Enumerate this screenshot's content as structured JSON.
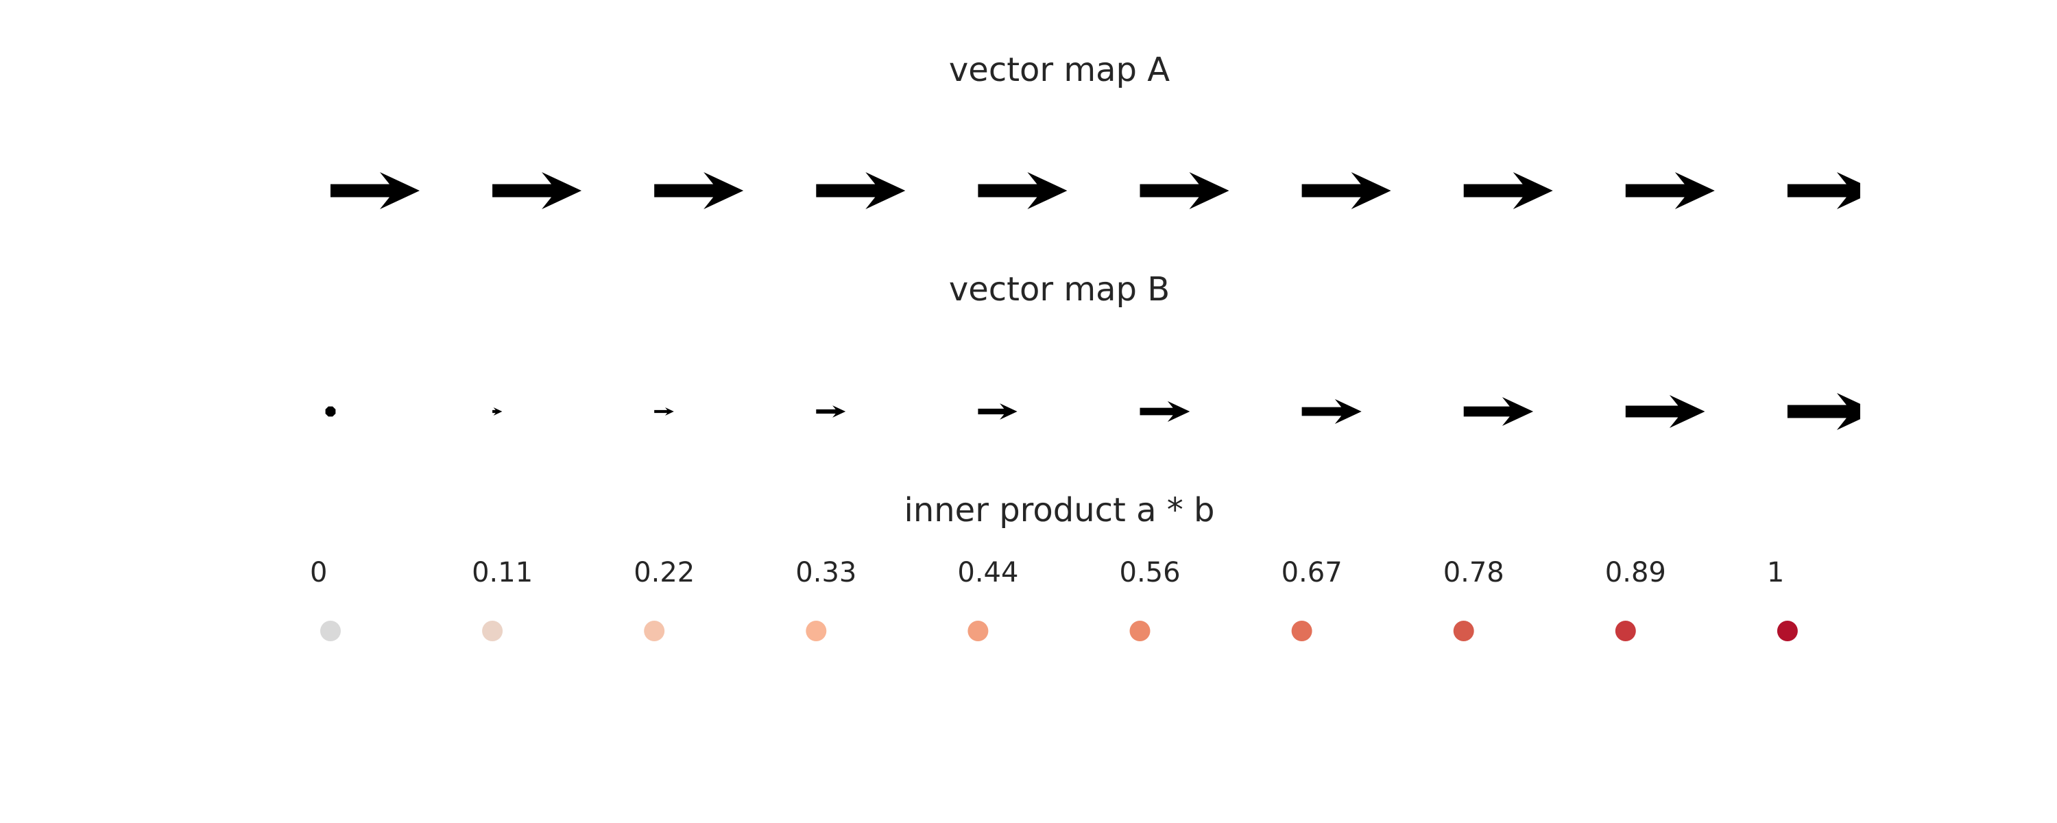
{
  "panels": {
    "map_a": {
      "title": "vector map A",
      "magnitudes": [
        1,
        1,
        1,
        1,
        1,
        1,
        1,
        1,
        1,
        1
      ],
      "direction": "right"
    },
    "map_b": {
      "title": "vector map B",
      "magnitudes": [
        0,
        0.11,
        0.22,
        0.33,
        0.44,
        0.56,
        0.67,
        0.78,
        0.89,
        1
      ],
      "direction": "right"
    },
    "inner_product": {
      "title": "inner product a * b",
      "labels": [
        "0",
        "0.11",
        "0.22",
        "0.33",
        "0.44",
        "0.56",
        "0.67",
        "0.78",
        "0.89",
        "1"
      ],
      "values": [
        0,
        0.11,
        0.22,
        0.33,
        0.44,
        0.56,
        0.67,
        0.78,
        0.89,
        1
      ],
      "colors": [
        "#d9d9d9",
        "#ebd3c6",
        "#f5c4ac",
        "#f9b595",
        "#f3a07f",
        "#ec8a6a",
        "#e27058",
        "#d65a4b",
        "#c8393c",
        "#b2112b"
      ]
    }
  },
  "colors": {
    "arrow": "#000000",
    "text": "#262626",
    "background": "#ffffff"
  }
}
